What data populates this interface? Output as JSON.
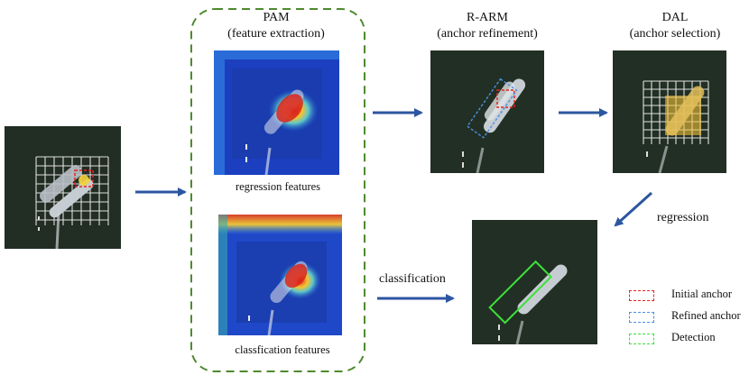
{
  "pam": {
    "title": "PAM",
    "subtitle": "(feature extraction)"
  },
  "rarm": {
    "title": "R-ARM",
    "subtitle": "(anchor refinement)"
  },
  "dal": {
    "title": "DAL",
    "subtitle": "(anchor selection)"
  },
  "captions": {
    "regression_features": "regression features",
    "classification_features": "classfication features"
  },
  "edges": {
    "regression": "regression",
    "classification": "classification"
  },
  "legend": [
    {
      "label": "Initial anchor",
      "color": "#e8231f"
    },
    {
      "label": "Refined anchor",
      "color": "#4a90e2"
    },
    {
      "label": "Detection",
      "color": "#3ee03a"
    }
  ],
  "colors": {
    "arrow": "#2c56a0",
    "pam_border": "#4e8a2e",
    "grid": "#ffffff"
  }
}
